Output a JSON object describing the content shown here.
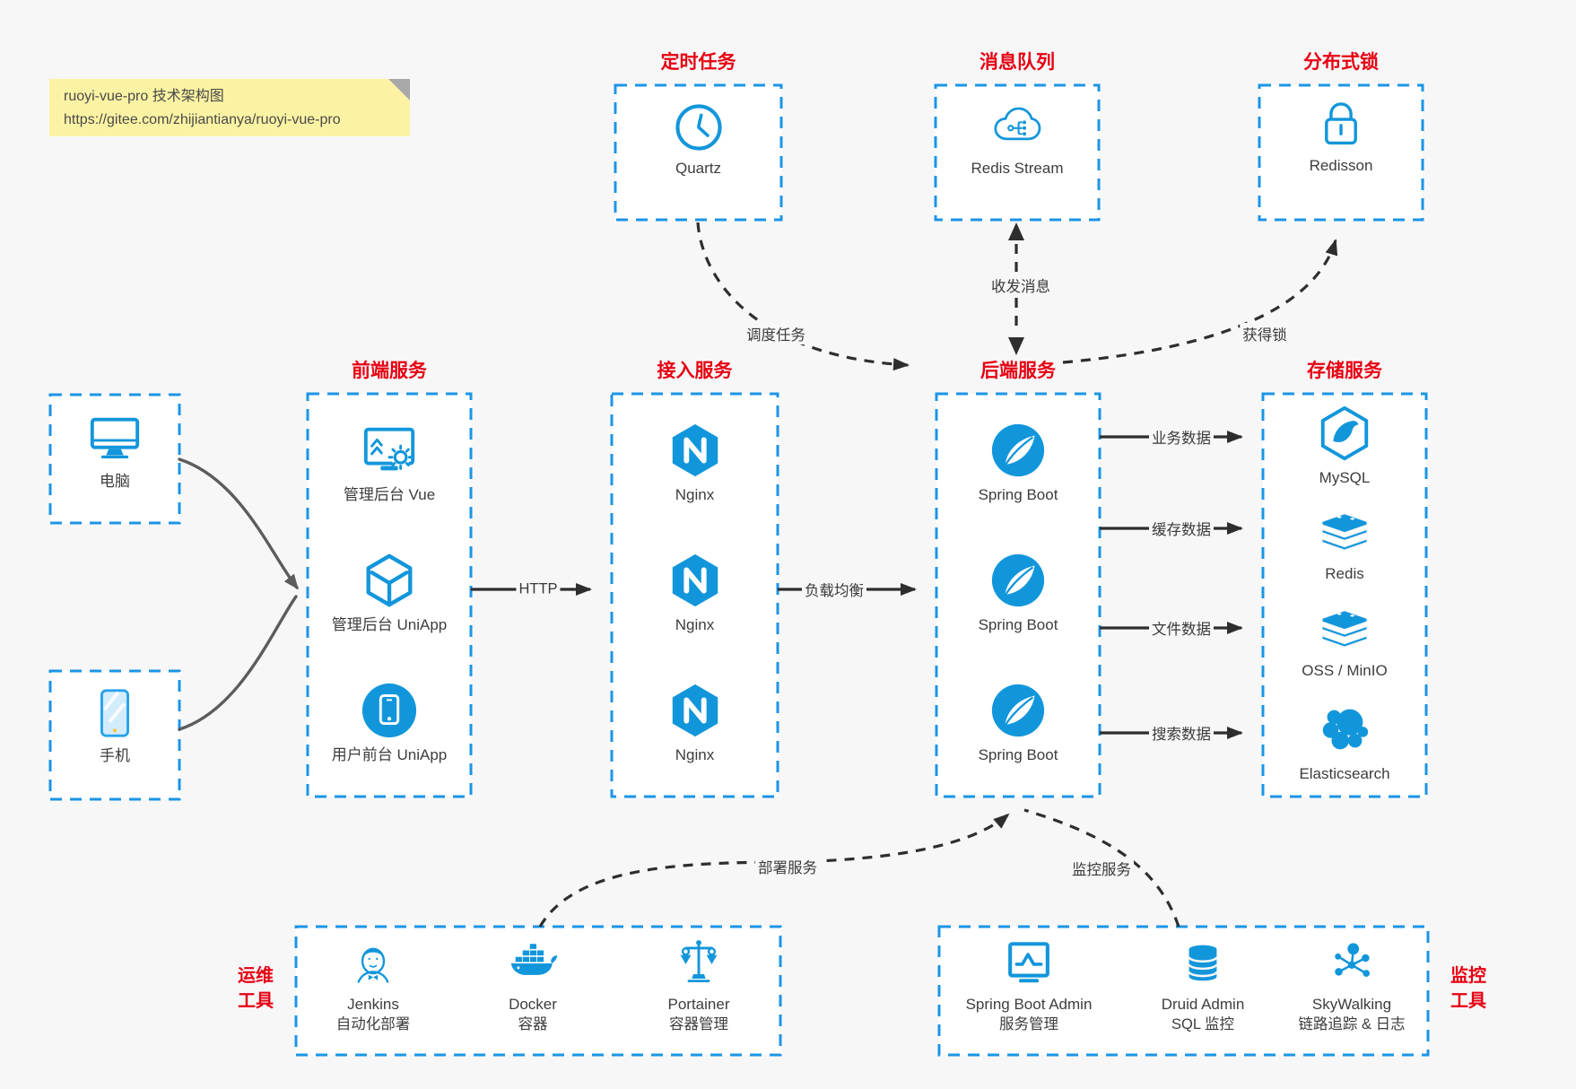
{
  "note": {
    "line1": "ruoyi-vue-pro 技术架构图",
    "line2": "https://gitee.com/zhijiantianya/ruoyi-vue-pro"
  },
  "colors": {
    "accent_blue": "#1296db",
    "border_blue": "#1b95e6",
    "title_red": "#e60012",
    "arrow_dark": "#2e2e2e",
    "arrow_gray": "#5c5c5c",
    "note_yellow": "#fbf3a3",
    "background": "#f7f7f8"
  },
  "groups": {
    "scheduled": {
      "title": "定时任务",
      "item": "Quartz"
    },
    "mq": {
      "title": "消息队列",
      "item": "Redis Stream"
    },
    "lock": {
      "title": "分布式锁",
      "item": "Redisson"
    },
    "clients": {
      "pc": "电脑",
      "phone": "手机"
    },
    "frontend": {
      "title": "前端服务",
      "items": [
        "管理后台 Vue",
        "管理后台 UniApp",
        "用户前台 UniApp"
      ]
    },
    "gateway": {
      "title": "接入服务",
      "items": [
        "Nginx",
        "Nginx",
        "Nginx"
      ]
    },
    "backend": {
      "title": "后端服务",
      "items": [
        "Spring Boot",
        "Spring Boot",
        "Spring Boot"
      ]
    },
    "storage": {
      "title": "存储服务",
      "items": [
        "MySQL",
        "Redis",
        "OSS / MinIO",
        "Elasticsearch"
      ]
    },
    "ops": {
      "title_line1": "运维",
      "title_line2": "工具",
      "items": [
        {
          "name": "Jenkins",
          "desc": "自动化部署"
        },
        {
          "name": "Docker",
          "desc": "容器"
        },
        {
          "name": "Portainer",
          "desc": "容器管理"
        }
      ]
    },
    "monitoring": {
      "title_line1": "监控",
      "title_line2": "工具",
      "items": [
        {
          "name": "Spring Boot Admin",
          "desc": "服务管理"
        },
        {
          "name": "Druid Admin",
          "desc": "SQL 监控"
        },
        {
          "name": "SkyWalking",
          "desc": "链路追踪 & 日志"
        }
      ]
    }
  },
  "edges": {
    "http": "HTTP",
    "load_balance": "负载均衡",
    "schedule": "调度任务",
    "message": "收发消息",
    "lock": "获得锁",
    "business": "业务数据",
    "cache": "缓存数据",
    "file": "文件数据",
    "search": "搜索数据",
    "deploy": "部署服务",
    "monitor": "监控服务"
  }
}
